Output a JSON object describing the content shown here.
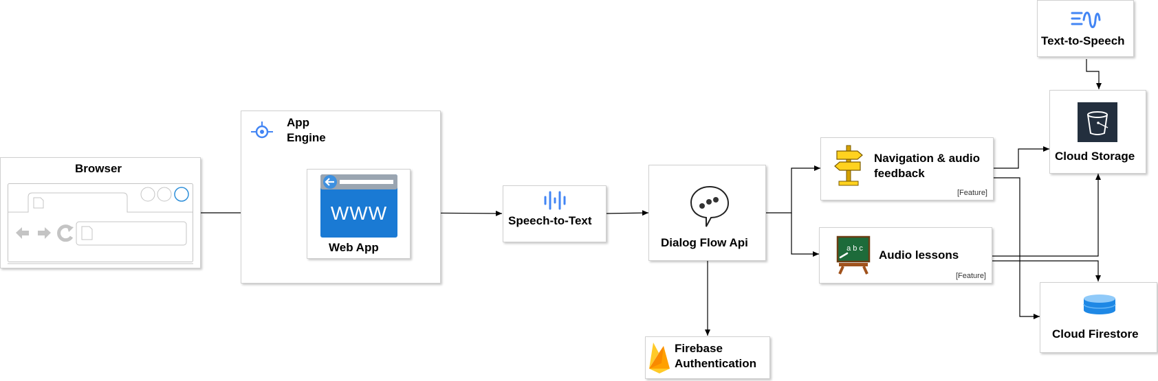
{
  "nodes": {
    "browser": "Browser",
    "app_engine_line1": "App",
    "app_engine_line2": "Engine",
    "web_app": "Web App",
    "www_text": "WWW",
    "speech_to_text": "Speech-to-Text",
    "dialog_flow": "Dialog Flow Api",
    "firebase_line1": "Firebase",
    "firebase_line2": "Authentication",
    "nav_line1": "Navigation & audio",
    "nav_line2": "feedback",
    "nav_tag": "[Feature]",
    "lessons": "Audio lessons",
    "lessons_tag": "[Feature]",
    "tts": "Text-to-Speech",
    "cloud_storage": "Cloud Storage",
    "cloud_firestore": "Cloud Firestore",
    "chalkboard_text": "a b c"
  },
  "edges": [
    {
      "from": "Browser",
      "to": "Web App"
    },
    {
      "from": "Web App",
      "to": "Speech-to-Text"
    },
    {
      "from": "Speech-to-Text",
      "to": "Dialog Flow Api"
    },
    {
      "from": "Dialog Flow Api",
      "to": "Navigation & audio feedback"
    },
    {
      "from": "Dialog Flow Api",
      "to": "Audio lessons"
    },
    {
      "from": "Dialog Flow Api",
      "to": "Firebase Authentication"
    },
    {
      "from": "Navigation & audio feedback",
      "to": "Cloud Storage"
    },
    {
      "from": "Navigation & audio feedback",
      "to": "Cloud Firestore"
    },
    {
      "from": "Audio lessons",
      "to": "Cloud Storage"
    },
    {
      "from": "Audio lessons",
      "to": "Cloud Firestore"
    },
    {
      "from": "Text-to-Speech",
      "to": "Cloud Storage"
    }
  ],
  "colors": {
    "google_blue": "#4285f4",
    "www_blue": "#1a7ad4",
    "storage_dark": "#232f3e",
    "firebase_orange": "#ffa000",
    "board_green": "#1d6b3a"
  }
}
